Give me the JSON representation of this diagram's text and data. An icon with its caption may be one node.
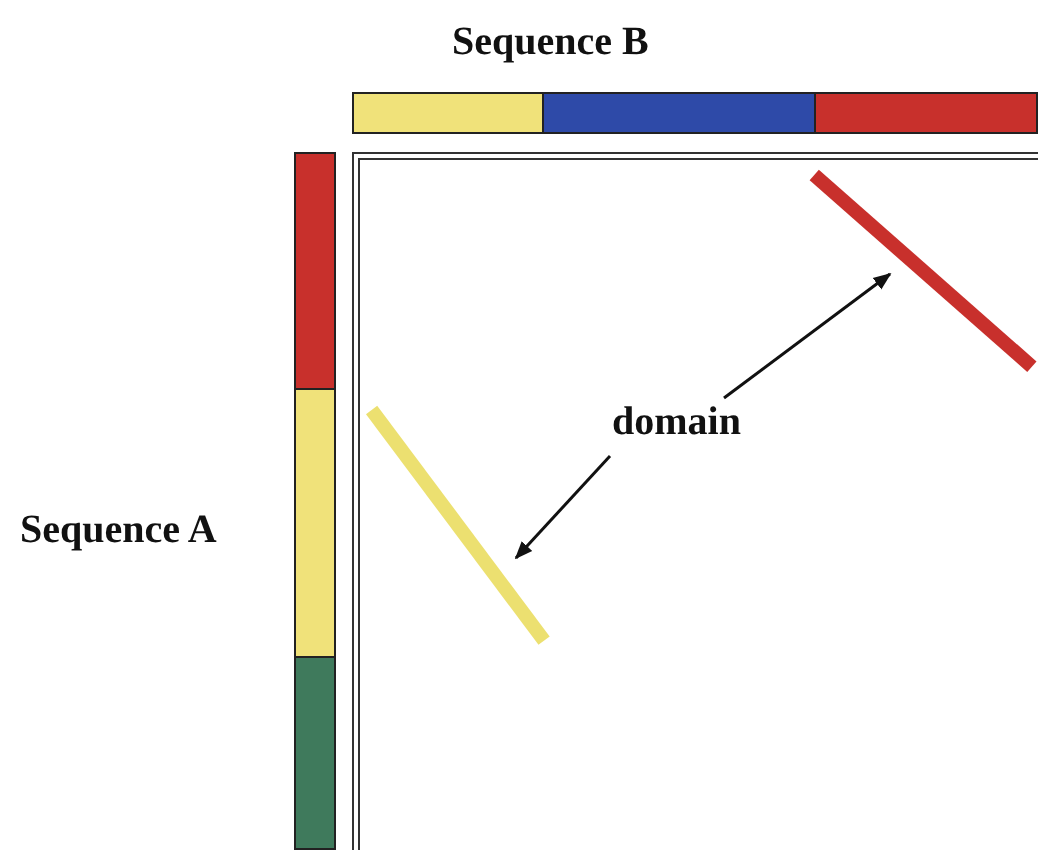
{
  "diagram": {
    "nodes": [
      {
        "text": [
          "domain"
        ]
      },
      {
        "text": [],
        "shape": "bar"
      },
      {
        "text": [],
        "shape": "bar"
      }
    ],
    "edges": [
      {
        "from": 0,
        "to": 2,
        "arrow": "to"
      },
      {
        "from": 0,
        "to": 1,
        "arrow": "to"
      }
    ],
    "labels": [
      "Sequence B",
      "Sequence A"
    ]
  }
}
